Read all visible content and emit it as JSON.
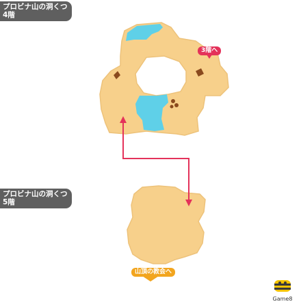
{
  "floor4": {
    "title": "プロビナ山の洞くつ",
    "floor": "4階"
  },
  "floor5": {
    "title": "プロビナ山の洞くつ",
    "floor": "5階"
  },
  "markers": {
    "to_floor3": "3階へ",
    "to_church": "山頂の教会へ"
  },
  "brand": {
    "name": "Game8"
  },
  "colors": {
    "ground": "#f7d08b",
    "ground_edge": "#edc27a",
    "water": "#5fd0e8",
    "route": "#e4325a",
    "tag_red": "#e4325a",
    "tag_orange": "#f2a51e",
    "label_bg": "#5f5f5f"
  }
}
